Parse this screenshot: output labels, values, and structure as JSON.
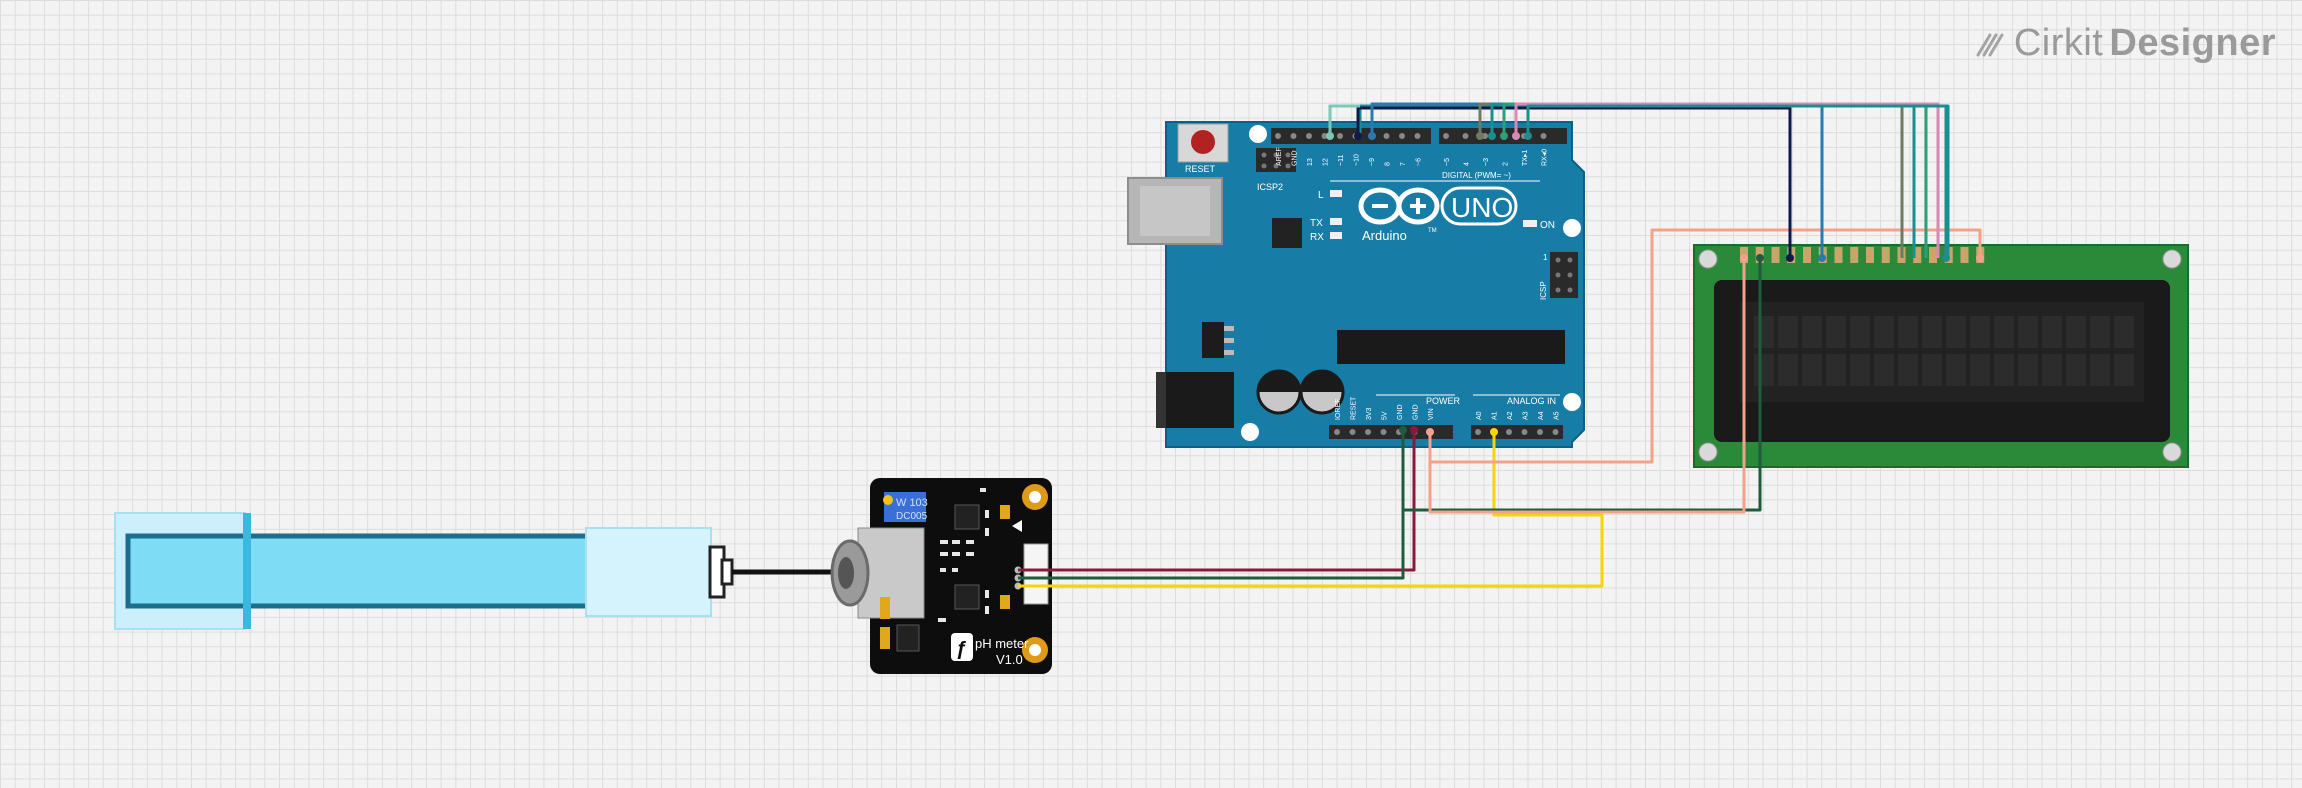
{
  "brand": {
    "name_light": "Cirkit",
    "name_bold": "Designer",
    "icon": "cirkit-logo-icon"
  },
  "arduino": {
    "reset_label": "RESET",
    "icsp2_label": "ICSP2",
    "digital_label": "DIGITAL (PWM= ~)",
    "top_pins": [
      "AREF",
      "GND",
      "13",
      "12",
      "~11",
      "~10",
      "~9",
      "8",
      "7",
      "~6",
      "~5",
      "4",
      "~3",
      "2",
      "TX▸1",
      "RX◂0"
    ],
    "l_label": "L",
    "tx_label": "TX",
    "rx_label": "RX",
    "uno_label": "UNO",
    "arduino_label": "Arduino",
    "on_label": "ON",
    "icsp_label": "ICSP",
    "icsp_one": "1",
    "power_label": "POWER",
    "analog_label": "ANALOG IN",
    "power_pins": [
      "IOREF",
      "RESET",
      "3V3",
      "5V",
      "GND",
      "GND",
      "VIN"
    ],
    "analog_pins": [
      "A0",
      "A1",
      "A2",
      "A3",
      "A4",
      "A5"
    ],
    "tm_label": "TM"
  },
  "ph_board": {
    "pot_label_1": "W 103",
    "pot_label_2": "DC005",
    "title": "pH meter",
    "version": "V1.0",
    "logo": "dfrobot-logo-icon"
  },
  "colors": {
    "wire_red": "#8b1a3a",
    "wire_green": "#1f5c3e",
    "wire_yellow": "#f5d50a",
    "wire_salmon": "#f2a28a",
    "wire_teal": "#1a8f8f",
    "wire_navy": "#101a4a",
    "wire_blue": "#2a7ab0",
    "wire_olive": "#6e7a64",
    "wire_pink": "#d88ab5",
    "wire_mint": "#79c8b8",
    "arduino_blue": "#177da6",
    "lcd_green": "#2a8a3a",
    "probe_blue": "#7fdcf5"
  }
}
